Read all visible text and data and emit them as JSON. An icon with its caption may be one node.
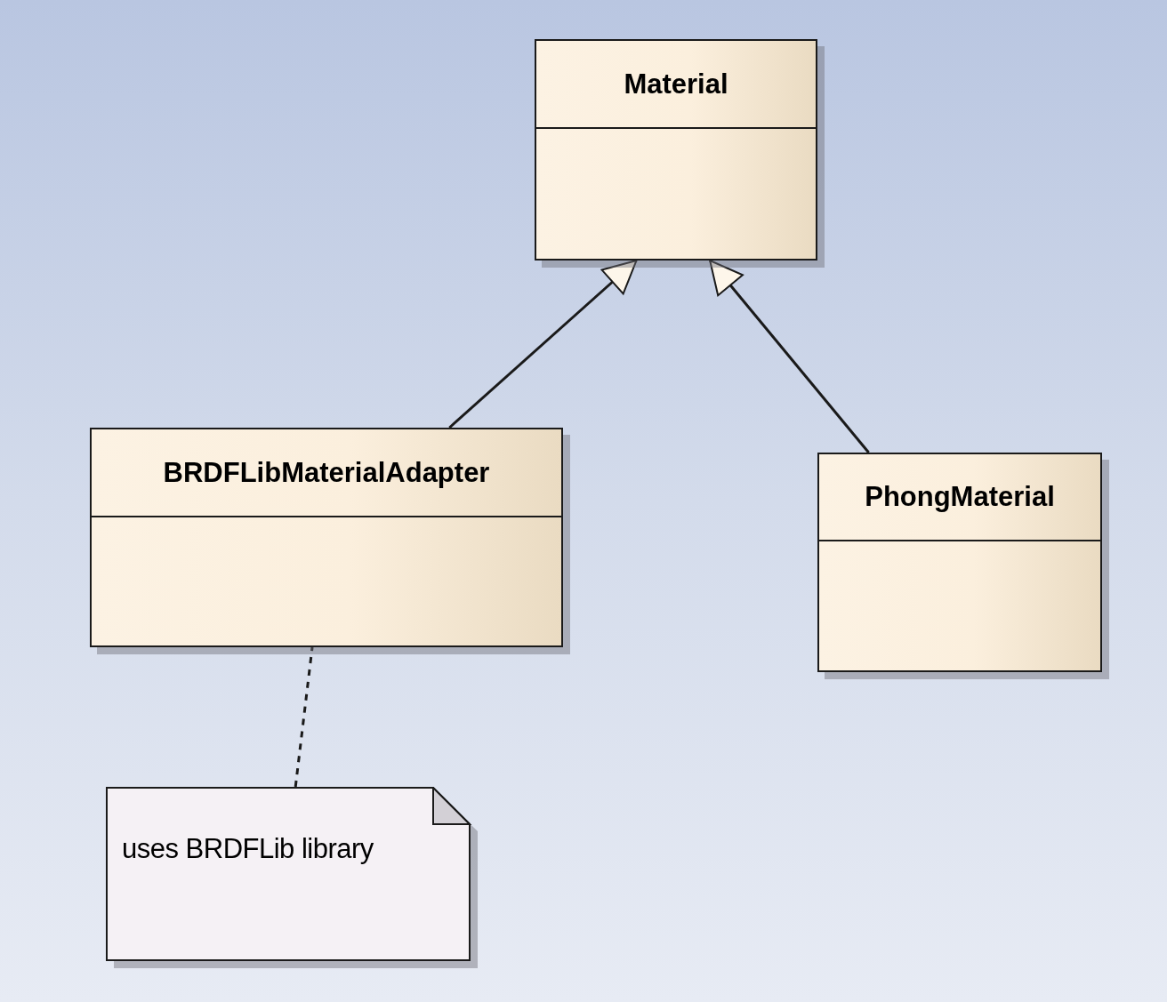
{
  "diagram": {
    "nodes": [
      {
        "text": [
          "Material"
        ]
      },
      {
        "text": [
          "BRDFLibMaterialAdapter"
        ]
      },
      {
        "text": [
          "PhongMaterial"
        ]
      },
      {
        "text": [
          "uses BRDFLib library"
        ]
      }
    ],
    "edges": [
      {
        "from": 1,
        "to": 0,
        "arrow": "to"
      },
      {
        "from": 2,
        "to": 0,
        "arrow": "to"
      },
      {
        "from": 3,
        "to": 1,
        "arrow": "none",
        "style": "dashed"
      }
    ]
  }
}
